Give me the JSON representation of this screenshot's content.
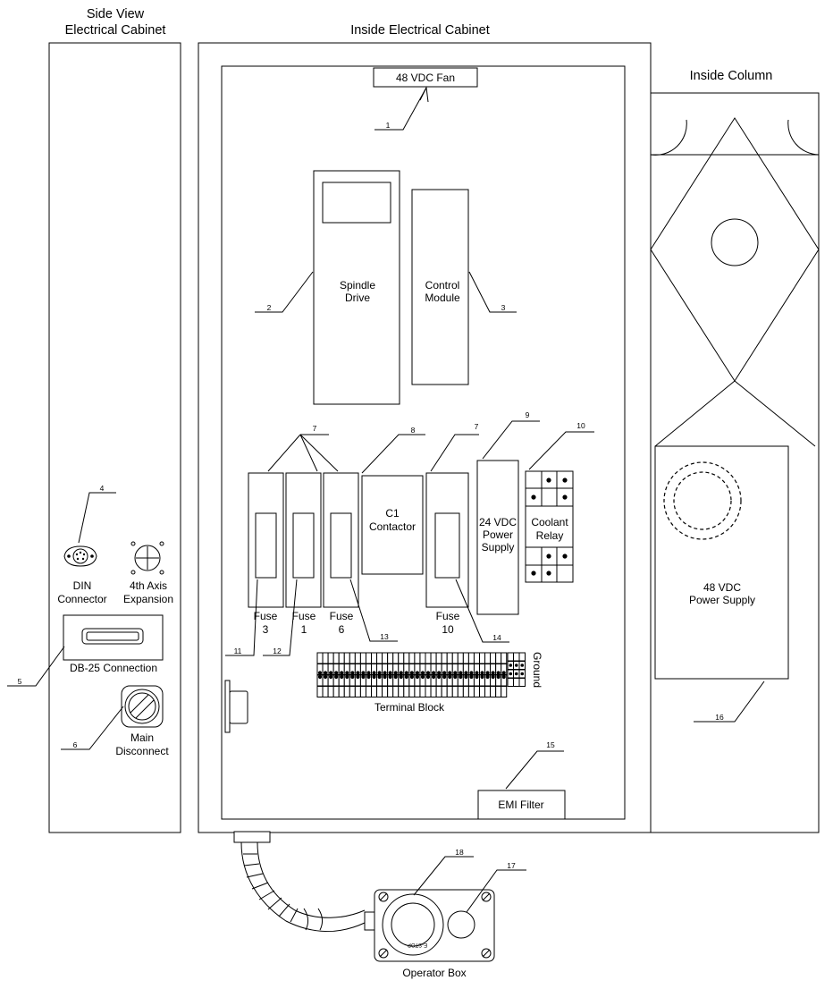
{
  "titles": {
    "side_view_line1": "Side View",
    "side_view_line2": "Electrical Cabinet",
    "inside_cabinet": "Inside Electrical Cabinet",
    "inside_column": "Inside Column"
  },
  "labels": {
    "fan": "48 VDC Fan",
    "spindle_drive_1": "Spindle",
    "spindle_drive_2": "Drive",
    "control_module_1": "Control",
    "control_module_2": "Module",
    "contactor_1": "C1",
    "contactor_2": "Contactor",
    "ps24_1": "24 VDC",
    "ps24_2": "Power",
    "ps24_3": "Supply",
    "coolant_1": "Coolant",
    "coolant_2": "Relay",
    "fuse3_1": "Fuse",
    "fuse3_2": "3",
    "fuse1_1": "Fuse",
    "fuse1_2": "1",
    "fuse6_1": "Fuse",
    "fuse6_2": "6",
    "fuse10_1": "Fuse",
    "fuse10_2": "10",
    "terminal_block": "Terminal Block",
    "ground": "Ground",
    "emi_filter": "EMI Filter",
    "din_1": "DIN",
    "din_2": "Connector",
    "axis4_1": "4th Axis",
    "axis4_2": "Expansion",
    "db25": "DB-25 Connection",
    "main_disc_1": "Main",
    "main_disc_2": "Disconnect",
    "ps48_1": "48 VDC",
    "ps48_2": "Power Supply",
    "operator_box": "Operator Box",
    "estop_text": "E-STOP"
  },
  "callouts": {
    "c1": "1",
    "c2": "2",
    "c3": "3",
    "c4": "4",
    "c5": "5",
    "c6": "6",
    "c7a": "7",
    "c7b": "7",
    "c8": "8",
    "c9": "9",
    "c10": "10",
    "c11": "11",
    "c12": "12",
    "c13": "13",
    "c14": "14",
    "c15": "15",
    "c16": "16",
    "c17": "17",
    "c18": "18"
  }
}
